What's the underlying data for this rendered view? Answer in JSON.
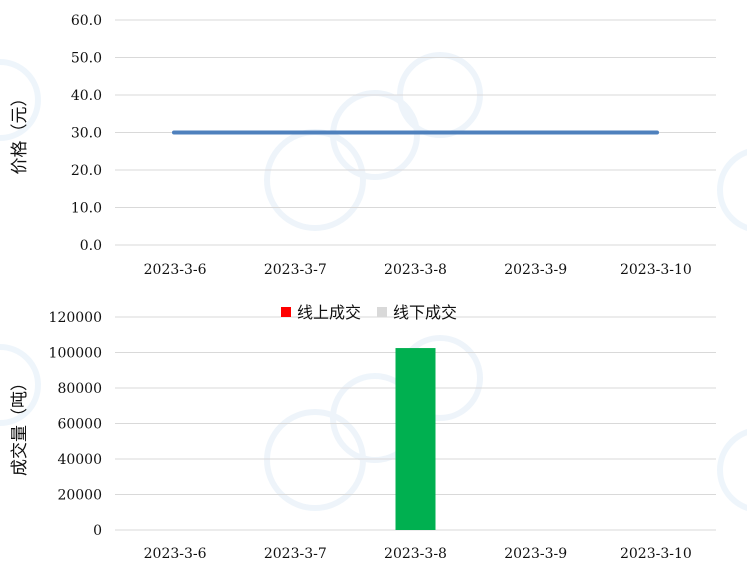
{
  "chart_data": [
    {
      "type": "line",
      "ylabel": "价格（元）",
      "xlabel": "",
      "categories": [
        "2023-3-6",
        "2023-3-7",
        "2023-3-8",
        "2023-3-9",
        "2023-3-10"
      ],
      "y_ticks": [
        "0.0",
        "10.0",
        "20.0",
        "30.0",
        "40.0",
        "50.0",
        "60.0"
      ],
      "ylim": [
        0,
        60
      ],
      "grid": true,
      "series": [
        {
          "values": [
            30,
            30,
            30,
            30,
            30
          ],
          "color": "#4f81bd"
        }
      ]
    },
    {
      "type": "bar",
      "ylabel": "成交量（吨）",
      "xlabel": "",
      "categories": [
        "2023-3-6",
        "2023-3-7",
        "2023-3-8",
        "2023-3-9",
        "2023-3-10"
      ],
      "y_ticks": [
        "0",
        "20000",
        "40000",
        "60000",
        "80000",
        "100000",
        "120000"
      ],
      "ylim": [
        0,
        120000
      ],
      "grid": true,
      "legend_position": "top-center",
      "legend": [
        {
          "name": "线上成交",
          "color": "#ff0000"
        },
        {
          "name": "线下成交",
          "color": "#d9d9d9"
        }
      ],
      "series": [
        {
          "values": [
            0,
            0,
            102500,
            0,
            0
          ],
          "color": "#00b050"
        }
      ]
    }
  ]
}
